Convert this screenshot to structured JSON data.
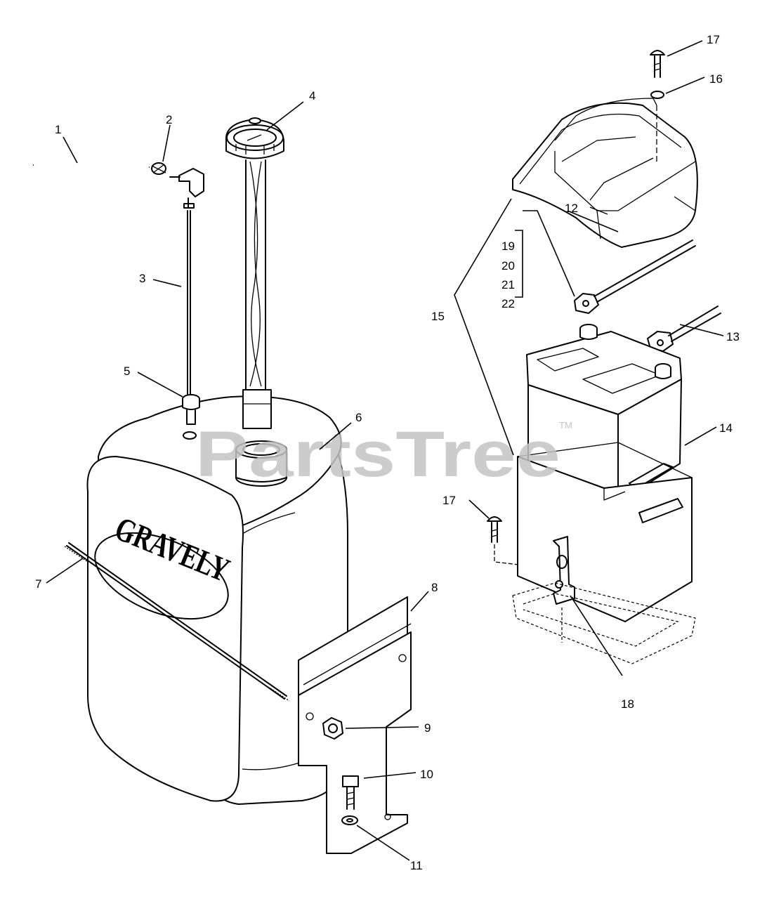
{
  "diagram": {
    "brand_text": "GRAVELY",
    "watermark": "PartsTree",
    "watermark_tm": "TM",
    "labels": {
      "p1": "1",
      "p2": "2",
      "p3": "3",
      "p4": "4",
      "p5": "5",
      "p6": "6",
      "p7": "7",
      "p8": "8",
      "p9": "9",
      "p10": "10",
      "p11": "11",
      "p12": "12",
      "p13": "13",
      "p14": "14",
      "p15": "15",
      "p16": "16",
      "p17a": "17",
      "p17b": "17",
      "p18": "18",
      "p19": "19",
      "p20": "20",
      "p21": "21",
      "p22": "22"
    }
  }
}
